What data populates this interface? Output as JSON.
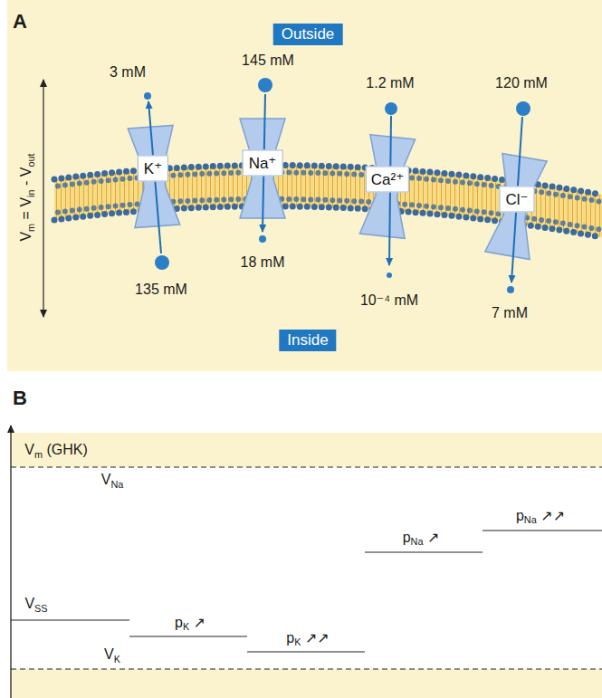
{
  "diagram": {
    "nodes": [
      {
        "text": [
          "Outside"
        ]
      },
      {
        "text": [
          "K⁺"
        ]
      },
      {
        "text": [
          "Na⁺"
        ]
      },
      {
        "text": [
          "Ca²⁺"
        ]
      },
      {
        "text": [
          "Cl⁻"
        ]
      },
      {
        "text": [
          "Inside"
        ]
      }
    ],
    "labels": [
      "A",
      "Vm = Vin - Vout",
      "3 mM",
      "145 mM",
      "1.2 mM",
      "120 mM",
      "135 mM",
      "18 mM",
      "10⁻⁴ mM",
      "7 mM",
      "B",
      "Vm (GHK)",
      "VNa",
      "VSS",
      "pK ↗",
      "pK ↗↗",
      "pNa ↗",
      "pNa ↗↗",
      "VK"
    ]
  }
}
